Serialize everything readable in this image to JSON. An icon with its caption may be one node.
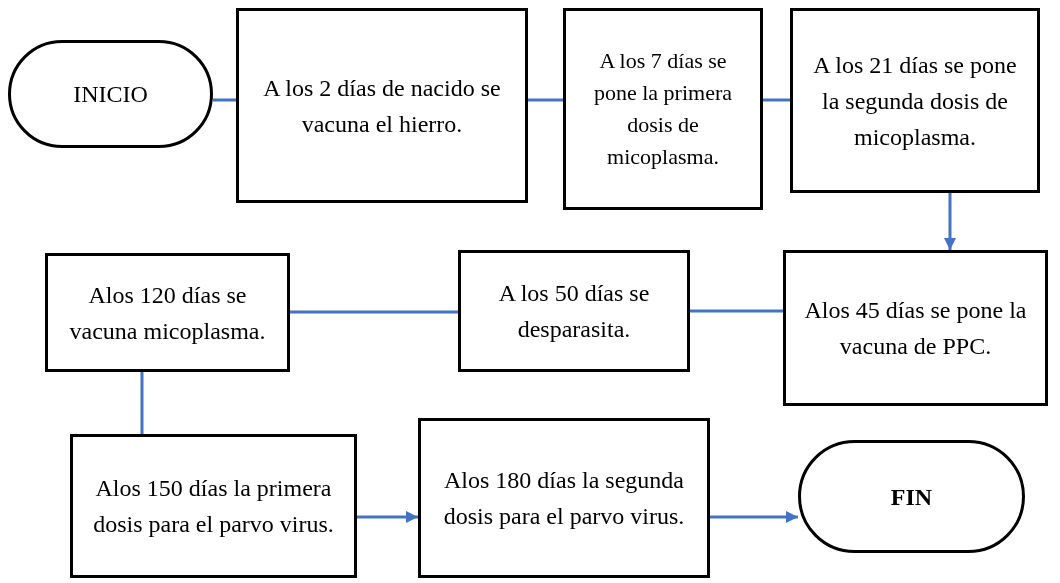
{
  "diagram": {
    "nodes": [
      {
        "text": [
          "INICIO"
        ]
      },
      {
        "text": [
          "A los 2 días de nacido se vacuna el hierro."
        ]
      },
      {
        "text": [
          "A los 7 días se pone la primera dosis de micoplasma."
        ]
      },
      {
        "text": [
          "A los 21 días se pone la segunda dosis de micoplasma."
        ]
      },
      {
        "text": [
          "Alos 45 días se pone la vacuna de PPC."
        ]
      },
      {
        "text": [
          "A los 50 días se desparasita."
        ]
      },
      {
        "text": [
          "Alos 120 días se vacuna micoplasma."
        ]
      },
      {
        "text": [
          "Alos 150 días la primera dosis para el parvo virus."
        ]
      },
      {
        "text": [
          "Alos 180 días la segunda dosis para el parvo virus."
        ]
      },
      {
        "text": [
          "FIN"
        ]
      }
    ],
    "edges": [
      {
        "from": 0,
        "to": 1,
        "arrow": "none"
      },
      {
        "from": 1,
        "to": 2,
        "arrow": "none"
      },
      {
        "from": 2,
        "to": 3,
        "arrow": "none"
      },
      {
        "from": 3,
        "to": 4,
        "arrow": "to"
      },
      {
        "from": 4,
        "to": 5,
        "arrow": "none"
      },
      {
        "from": 5,
        "to": 6,
        "arrow": "none"
      },
      {
        "from": 6,
        "to": 7,
        "arrow": "none"
      },
      {
        "from": 7,
        "to": 8,
        "arrow": "to"
      },
      {
        "from": 8,
        "to": 9,
        "arrow": "to"
      }
    ]
  }
}
